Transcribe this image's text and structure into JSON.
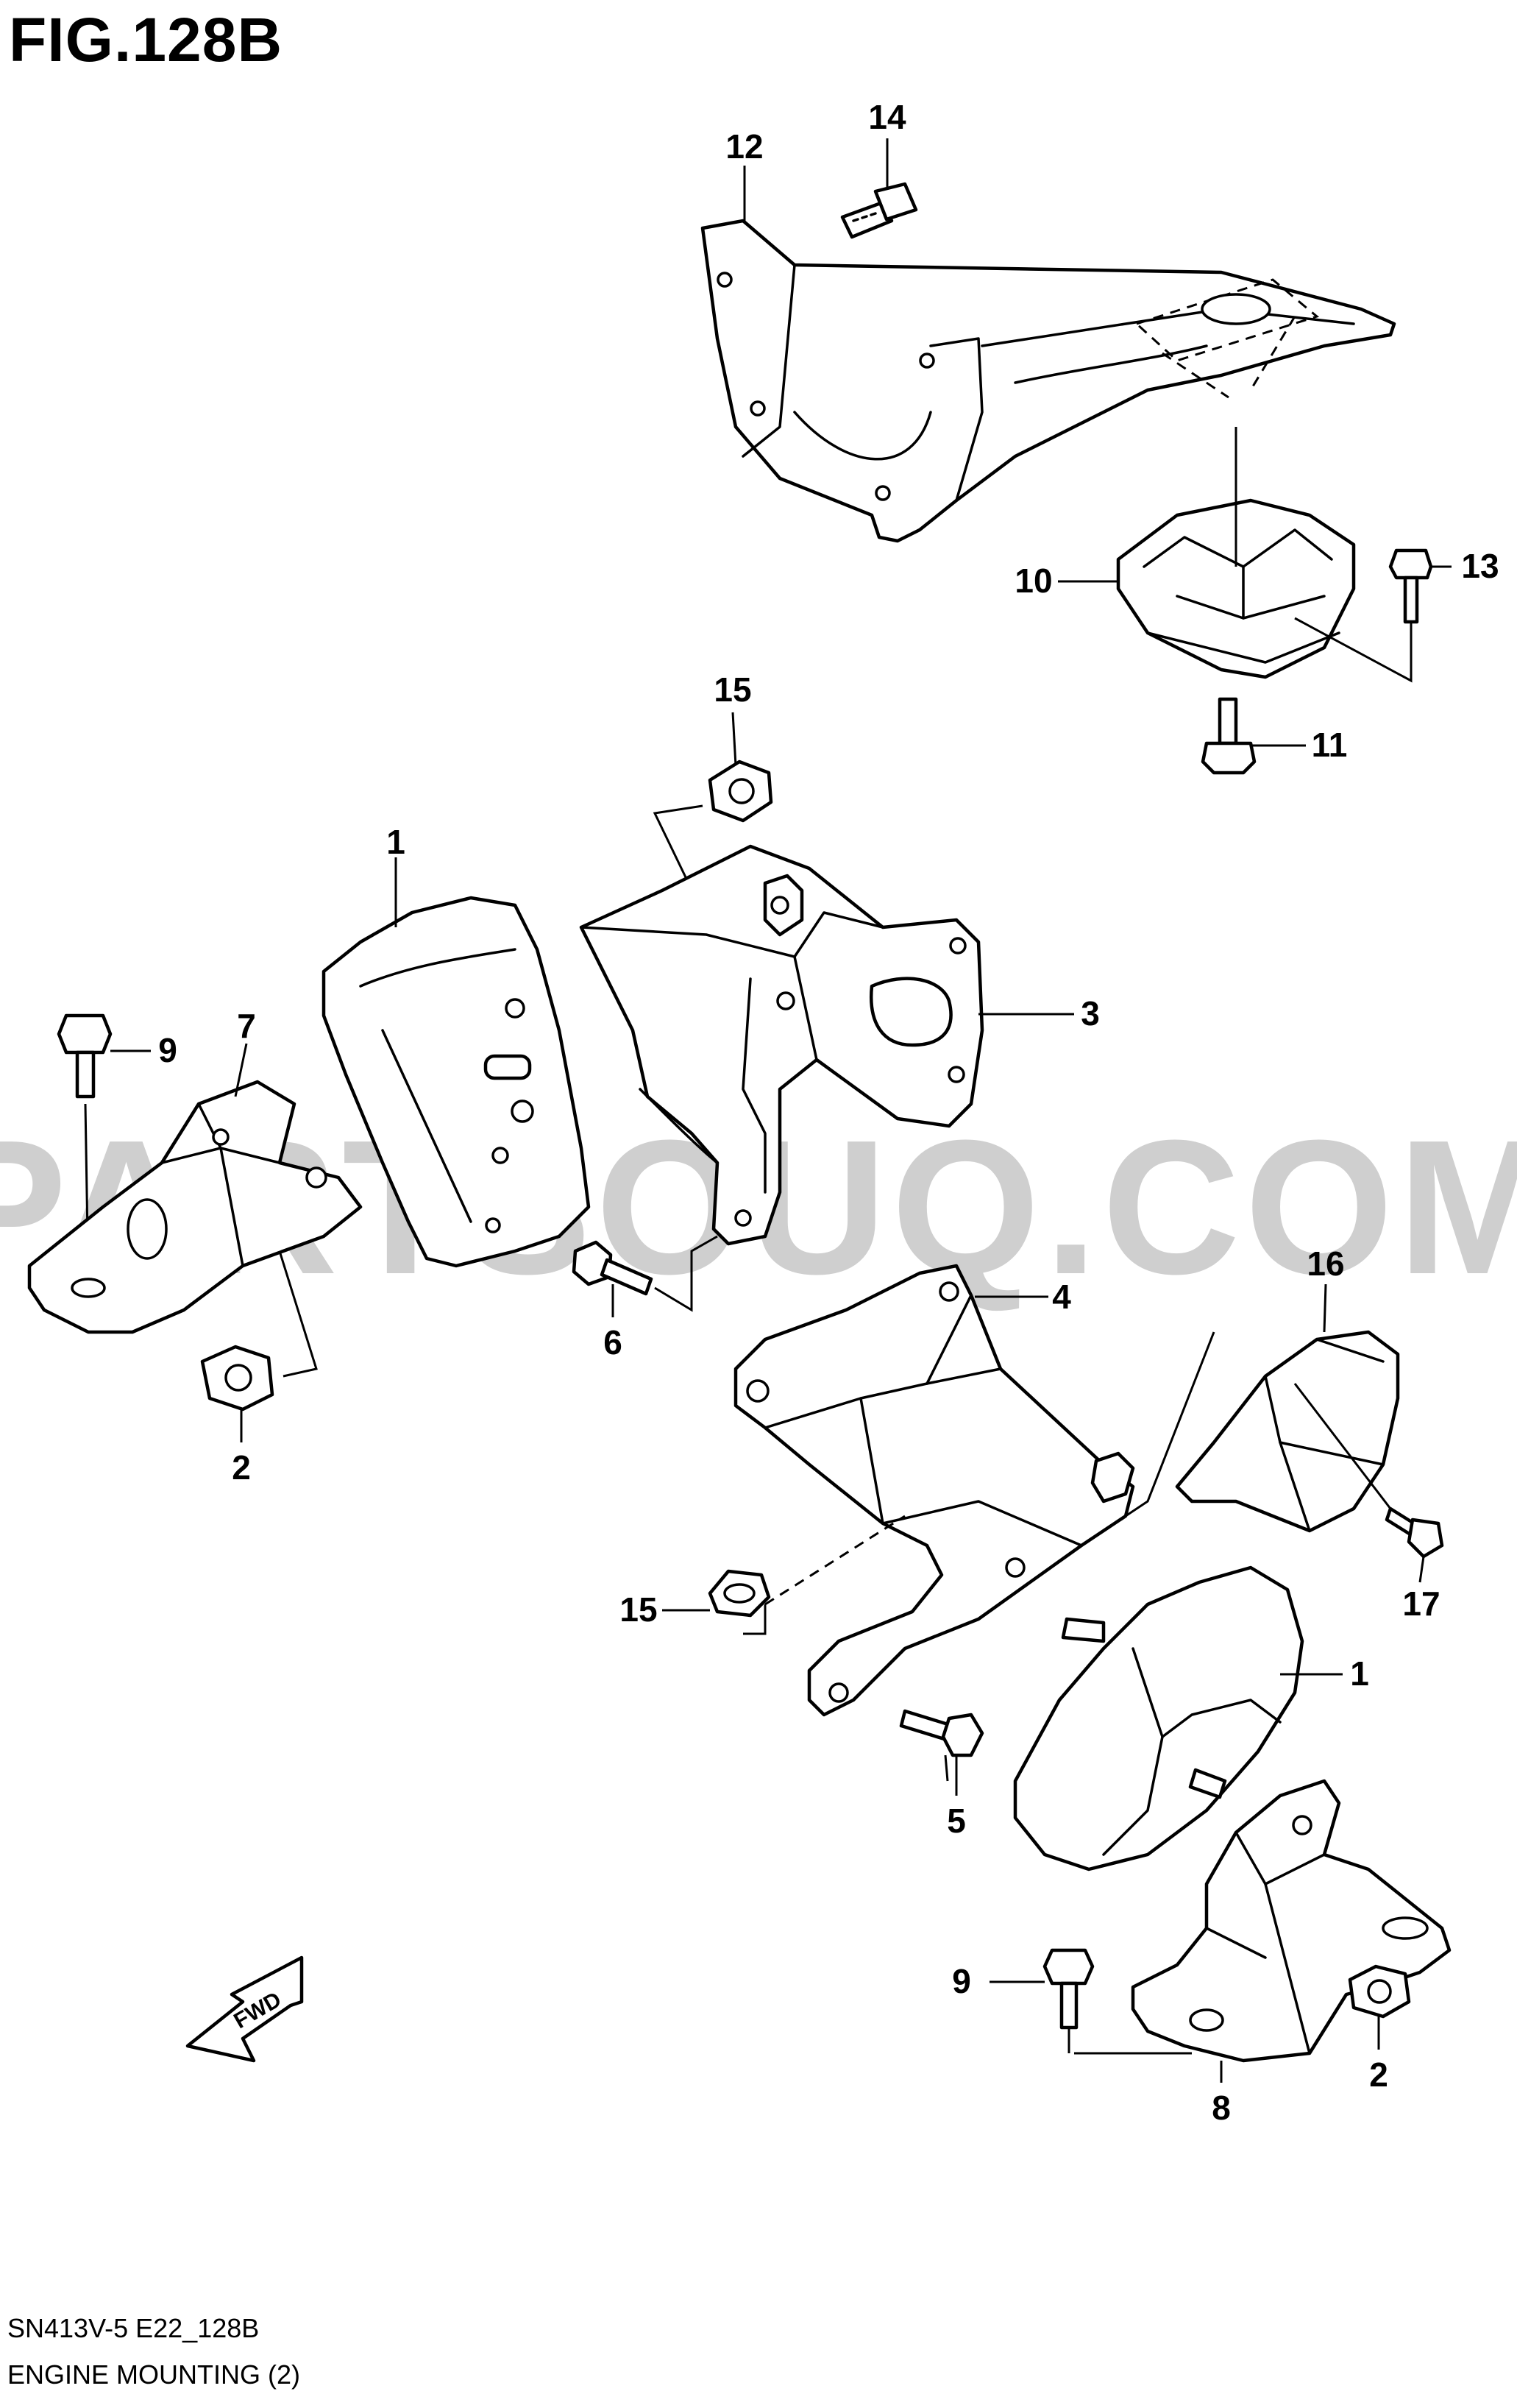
{
  "figure": {
    "title": "FIG.128B",
    "code": "SN413V-5 E22_128B",
    "name": "ENGINE MOUNTING (2)"
  },
  "watermark": "PARTSOUQ.COM",
  "fwd_label": "FWD",
  "callouts": [
    "1",
    "1",
    "2",
    "2",
    "3",
    "4",
    "5",
    "6",
    "7",
    "8",
    "9",
    "9",
    "10",
    "11",
    "12",
    "13",
    "14",
    "15",
    "15",
    "16",
    "17"
  ],
  "colors": {
    "line": "#000000",
    "watermark": "#cfcfcf",
    "background": "#ffffff"
  }
}
